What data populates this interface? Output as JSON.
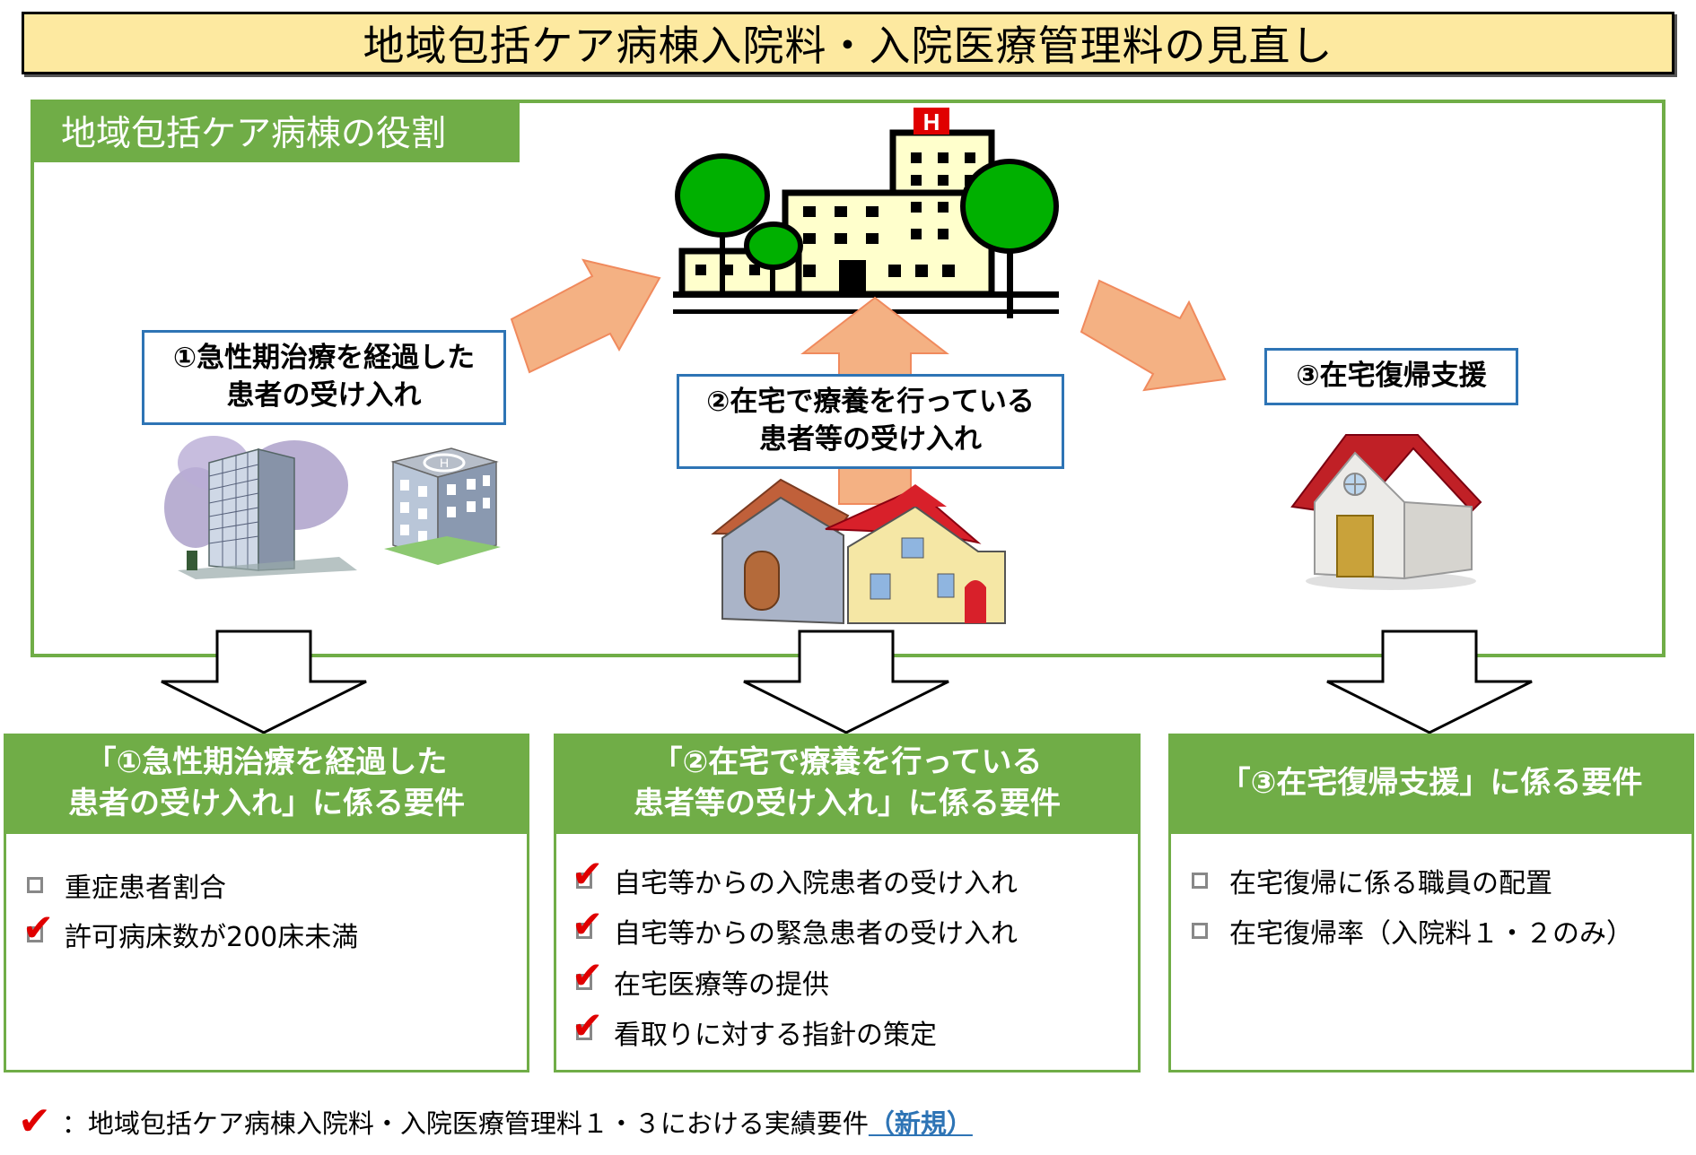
{
  "title": "地域包括ケア病棟入院料・入院医療管理料の見直し",
  "role_section": {
    "label": "地域包括ケア病棟の役割",
    "role1": {
      "line1": "①急性期治療を経過した",
      "line2": "患者の受け入れ"
    },
    "role2": {
      "line1": "②在宅で療養を行っている",
      "line2": "患者等の受け入れ"
    },
    "role3": {
      "line1": "③在宅復帰支援"
    }
  },
  "requirements": [
    {
      "line1": "「①急性期治療を経過した",
      "line2": "患者の受け入れ」に係る要件",
      "items": [
        {
          "text": "重症患者割合",
          "checked": false
        },
        {
          "text": "許可病床数が200床未満",
          "checked": true
        }
      ]
    },
    {
      "line1": "「②在宅で療養を行っている",
      "line2": "患者等の受け入れ」に係る要件",
      "items": [
        {
          "text": "自宅等からの入院患者の受け入れ",
          "checked": true
        },
        {
          "text": "自宅等からの緊急患者の受け入れ",
          "checked": true
        },
        {
          "text": "在宅医療等の提供",
          "checked": true
        },
        {
          "text": "看取りに対する指針の策定",
          "checked": true
        }
      ]
    },
    {
      "line1": "「③在宅復帰支援」に係る要件",
      "items": [
        {
          "text": "在宅復帰に係る職員の配置",
          "checked": false
        },
        {
          "text": "在宅復帰率（入院料１・２のみ）",
          "checked": false
        }
      ]
    }
  ],
  "footer": {
    "mark": "✔",
    "text": "：地域包括ケア病棟入院料・入院医療管理料１・３における実績要件",
    "new_label": "（新規）"
  },
  "colors": {
    "green": "#70ad47",
    "blue_border": "#2e74b5",
    "title_bg": "#fde9a0",
    "arrow_fill": "#f4b183",
    "check_red": "#e00000"
  },
  "icons": [
    "hospital-building-icon",
    "tree-icon",
    "office-hospital-icon",
    "helipad-hospital-icon",
    "house-icon",
    "home-icon"
  ]
}
